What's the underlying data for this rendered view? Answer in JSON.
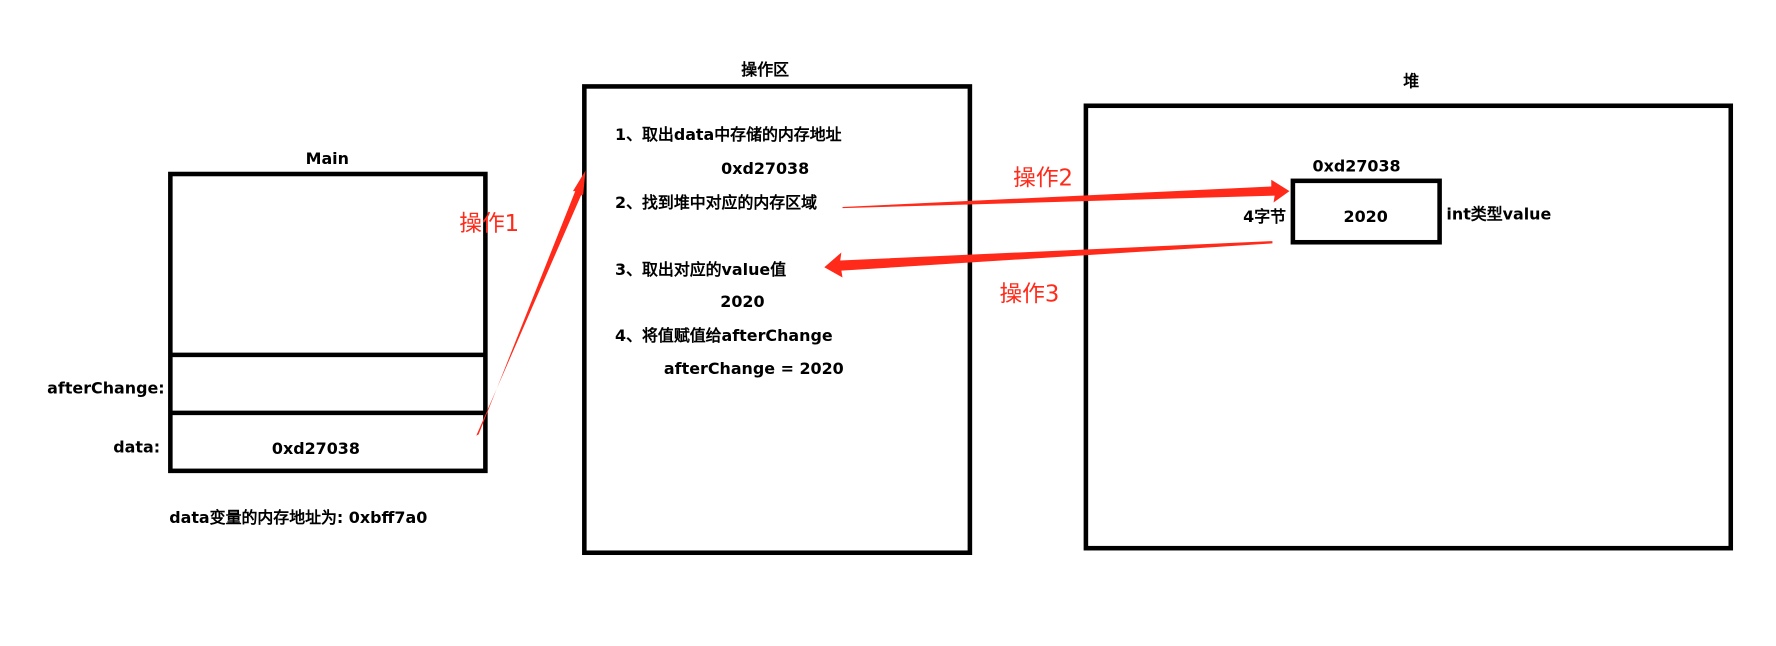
{
  "main": {
    "title": "Main",
    "after_label": "afterChange:",
    "data_label": "data:",
    "data_value": "0xd27038",
    "note": "data变量的内存地址为: 0xbff7a0"
  },
  "operation": {
    "title": "操作区",
    "steps": [
      "1、取出data中存储的内存地址",
      "0xd27038",
      "2、找到堆中对应的内存区域",
      "3、取出对应的value值",
      "2020",
      "4、将值赋值给afterChange",
      "afterChange = 2020"
    ]
  },
  "heap": {
    "title": "堆",
    "address": "0xd27038",
    "value": "2020",
    "size_label": "4字节",
    "type_label": "int类型value"
  },
  "arrows": {
    "op1": "操作1",
    "op2": "操作2",
    "op3": "操作3",
    "color": "#ff2a1a"
  }
}
